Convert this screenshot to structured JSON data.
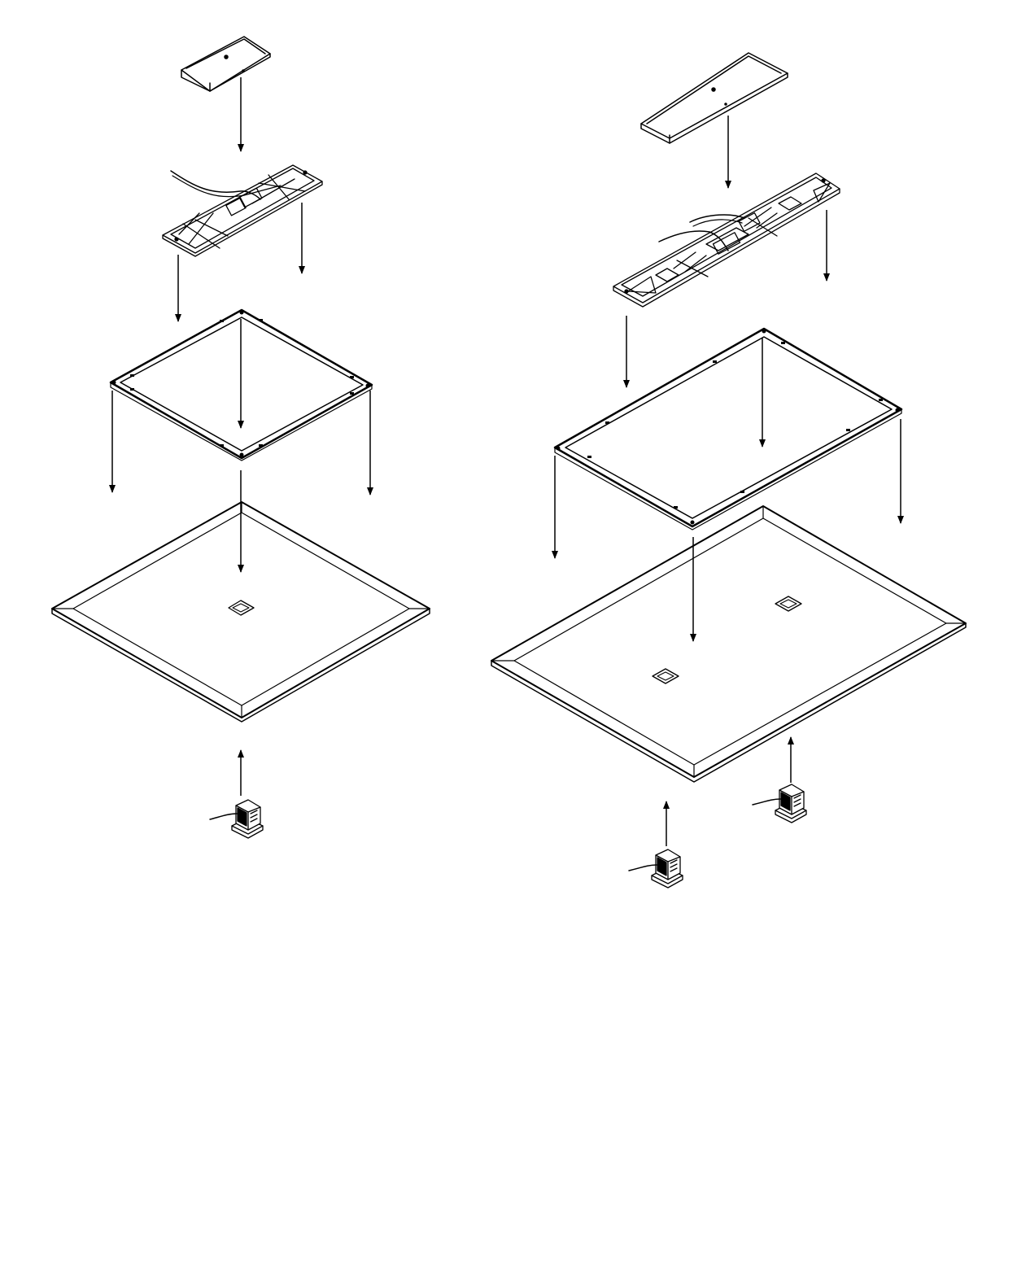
{
  "drawing": {
    "kind": "exploded-assembly",
    "line_color": "#000000",
    "background": "#ffffff",
    "assemblies": [
      {
        "id": "square-unit",
        "parts": [
          "end-cap",
          "driver-tray",
          "mounting-frame",
          "diffuser-panel",
          "transformer"
        ],
        "transformer_count": 1,
        "panel_cutout_count": 1
      },
      {
        "id": "rectangular-unit",
        "parts": [
          "end-cap",
          "driver-tray",
          "mounting-frame",
          "diffuser-panel",
          "transformer"
        ],
        "transformer_count": 2,
        "panel_cutout_count": 2
      }
    ]
  }
}
